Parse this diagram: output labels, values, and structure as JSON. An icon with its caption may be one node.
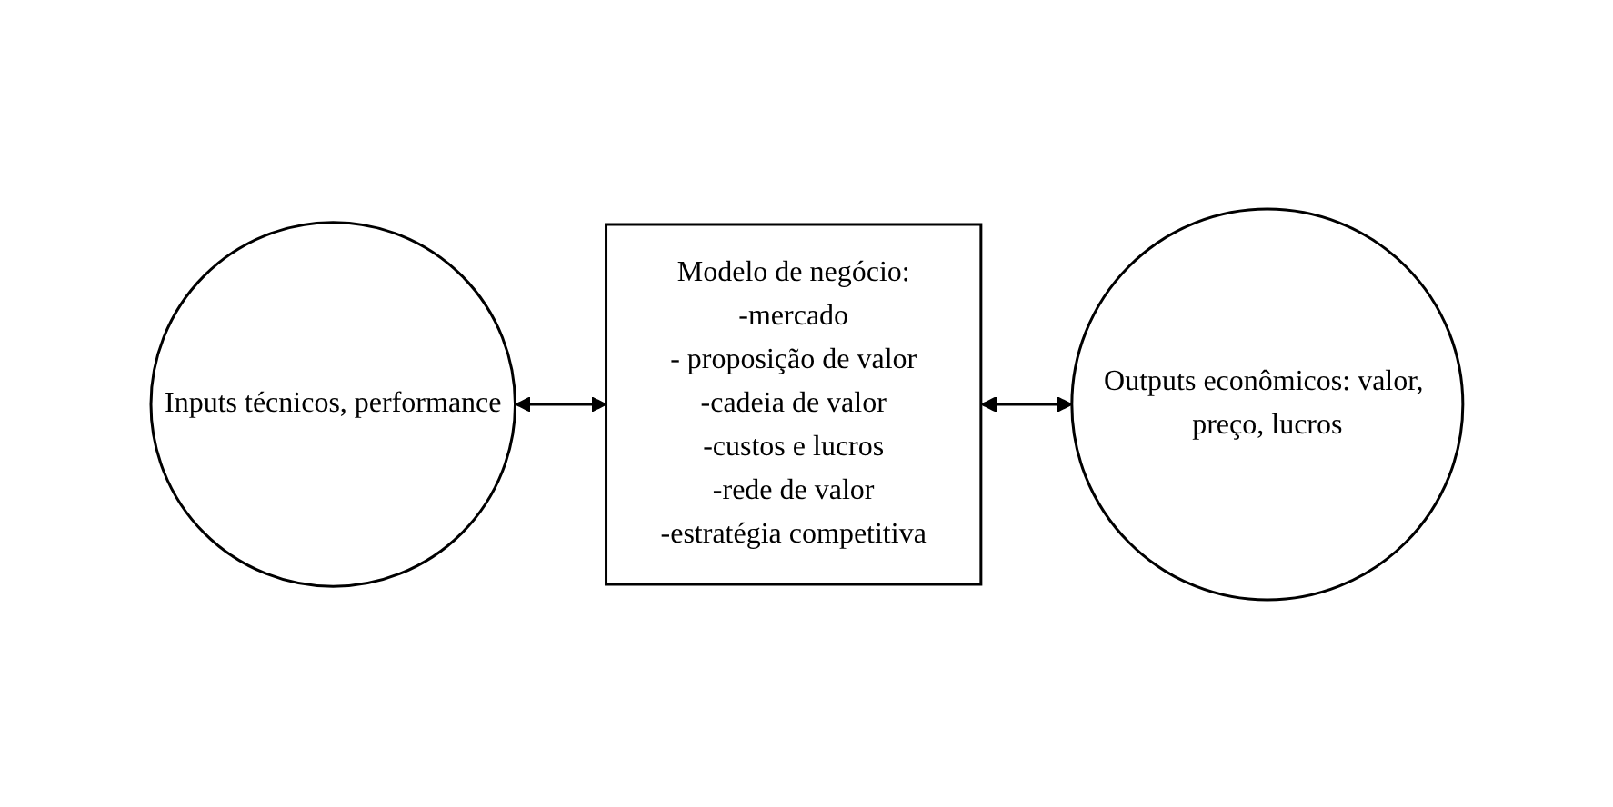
{
  "diagram": {
    "nodes": [
      {
        "text": [
          "Inputs técnicos, performance"
        ]
      },
      {
        "text": [
          "Modelo de negócio:",
          "-mercado",
          "- proposição de valor",
          "-cadeia de valor",
          "-custos e lucros",
          "-rede de valor",
          "-estratégia competitiva"
        ]
      },
      {
        "text": [
          "Outputs econômicos: valor, preço, lucros"
        ]
      }
    ],
    "edges": [
      {
        "from": 0,
        "to": 1,
        "arrow": "both"
      },
      {
        "from": 1,
        "to": 2,
        "arrow": "both"
      }
    ]
  }
}
